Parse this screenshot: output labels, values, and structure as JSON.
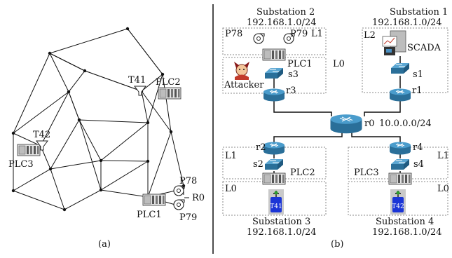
{
  "panel_a": {
    "caption": "(a)",
    "labels": {
      "plc1": "PLC1",
      "plc2": "PLC2",
      "plc3": "PLC3",
      "t41": "T41",
      "t42": "T42",
      "p78": "P78",
      "p79": "P79",
      "r0": "R0"
    }
  },
  "panel_b": {
    "caption": "(b)",
    "substations": [
      {
        "name": "Substation 2",
        "subnet": "192.168.1.0/24"
      },
      {
        "name": "Substation 1",
        "subnet": "192.168.1.0/24"
      },
      {
        "name": "Substation 3",
        "subnet": "192.168.1.0/24"
      },
      {
        "name": "Substation 4",
        "subnet": "192.168.1.0/24"
      }
    ],
    "core": {
      "router": "r0",
      "subnet": "10.0.0.0/24"
    },
    "routers": {
      "r1": "r1",
      "r2": "r2",
      "r3": "r3",
      "r4": "r4"
    },
    "switches": {
      "s1": "s1",
      "s2": "s2",
      "s3": "s3",
      "s4": "s4"
    },
    "plcs": {
      "plc1": "PLC1",
      "plc2": "PLC2",
      "plc3": "PLC3"
    },
    "pumps": {
      "p78": "P78",
      "p79": "P79"
    },
    "tanks": {
      "t41": "T41",
      "t42": "T42"
    },
    "levels": {
      "l0": "L0",
      "l1": "L1",
      "l2": "L2"
    },
    "scada": "SCADA",
    "attacker": "Attacker"
  }
}
